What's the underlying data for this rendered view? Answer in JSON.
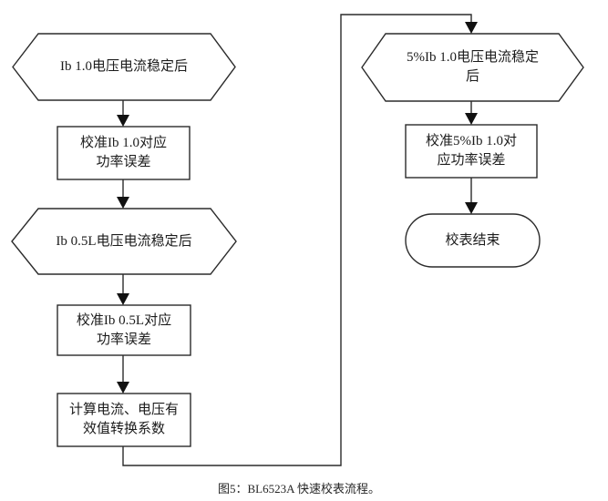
{
  "page": {
    "background": "#ffffff"
  },
  "diagram": {
    "caption": "图5：BL6523A 快速校表流程。",
    "colors": {
      "line": "#2b2b2b",
      "arrow": "#111111",
      "text": "#1c1c1c",
      "background": "#ffffff"
    },
    "nodes": {
      "wait_ib_10": {
        "shape": "hexagon",
        "lines": [
          "Ib 1.0电压电流稳定后"
        ]
      },
      "cal_ib_10": {
        "shape": "process",
        "lines": [
          "校准Ib 1.0对应",
          "功率误差"
        ]
      },
      "wait_ib_05l": {
        "shape": "hexagon",
        "lines": [
          "Ib 0.5L电压电流稳定后"
        ]
      },
      "cal_ib_05l": {
        "shape": "process",
        "lines": [
          "校准Ib 0.5L对应",
          "功率误差"
        ]
      },
      "calc_rms": {
        "shape": "process",
        "lines": [
          "计算电流、电压有",
          "效值转换系数"
        ]
      },
      "wait_5pct_ib": {
        "shape": "hexagon",
        "lines": [
          "5%Ib 1.0电压电流稳定",
          "后"
        ]
      },
      "cal_5pct_ib": {
        "shape": "process",
        "lines": [
          "校准5%Ib 1.0对",
          "应功率误差"
        ]
      },
      "end": {
        "shape": "terminator",
        "lines": [
          "校表结束"
        ]
      }
    },
    "edges": [
      {
        "from": "wait_ib_10",
        "to": "cal_ib_10"
      },
      {
        "from": "cal_ib_10",
        "to": "wait_ib_05l"
      },
      {
        "from": "wait_ib_05l",
        "to": "cal_ib_05l"
      },
      {
        "from": "cal_ib_05l",
        "to": "calc_rms"
      },
      {
        "from": "calc_rms",
        "to": "wait_5pct_ib"
      },
      {
        "from": "wait_5pct_ib",
        "to": "cal_5pct_ib"
      },
      {
        "from": "cal_5pct_ib",
        "to": "end"
      }
    ]
  }
}
